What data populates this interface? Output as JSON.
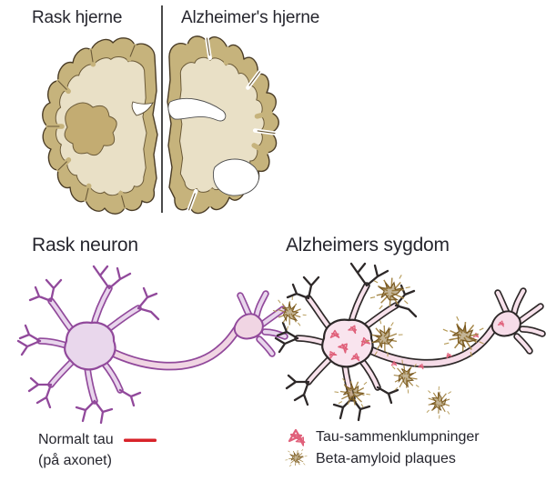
{
  "brain_panel": {
    "left_label": "Rask hjerne",
    "right_label": "Alzheimer's hjerne"
  },
  "sections": {
    "healthy_title": "Rask neuron",
    "alzheimers_title": "Alzheimers sygdom"
  },
  "legend": {
    "normal_tau": "Normalt tau",
    "normal_tau_note": "(på axonet)",
    "tau_clumps": "Tau-sammenklumpninger",
    "beta_amyloid": "Beta-amyloid plaques"
  },
  "icons": {
    "normal_tau_swatch": "red-line-icon",
    "tau_clumps_icon": "tau-tangle-icon",
    "beta_amyloid_icon": "amyloid-plaque-icon"
  },
  "colors": {
    "normal_tau_red": "#d8232a",
    "cortex_tan": "#c6b37c",
    "brain_cream": "#e9e0c6",
    "brain_outline": "#4a3c26",
    "healthy_neuron_purple": "#91499b",
    "healthy_neuron_fill": "#e9d7ec",
    "ad_neuron_outline": "#2d2828",
    "ad_neuron_fill": "#f9e4ee",
    "tau_tangle_pink": "#e0607a",
    "amyloid_brown": "#8a6b2f",
    "amyloid_tan": "#b59a57",
    "text": "#26262e"
  }
}
